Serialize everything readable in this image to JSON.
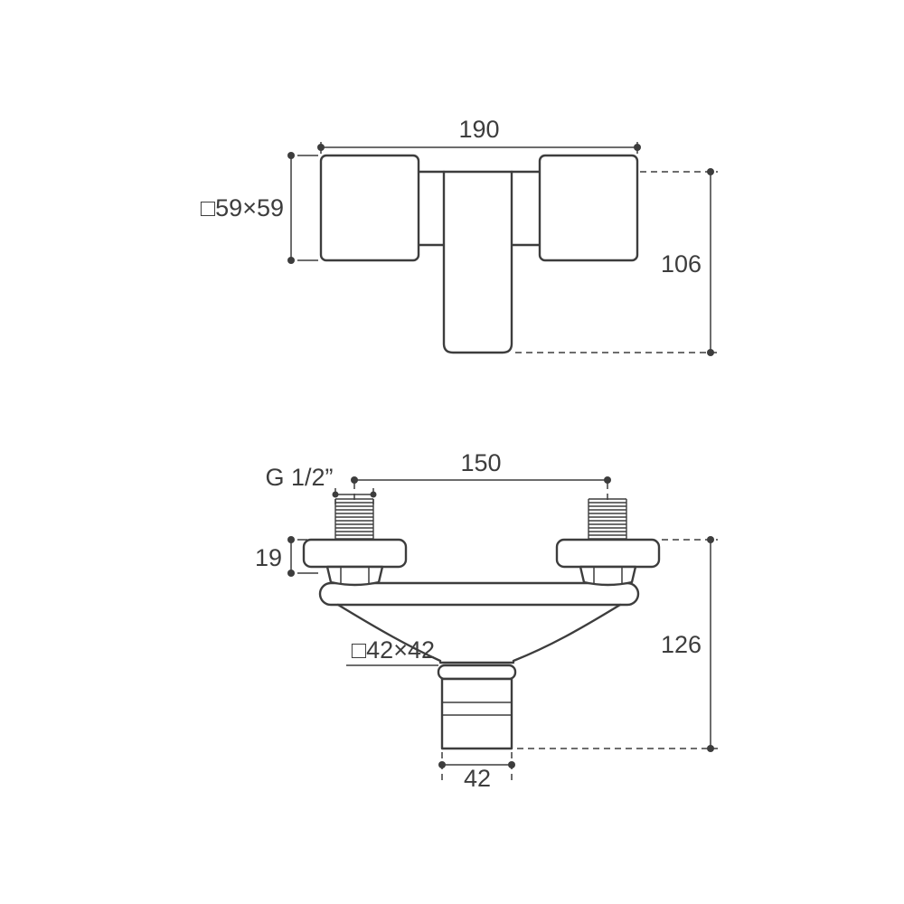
{
  "theme": {
    "line_color": "#3d3d3d",
    "background": "#ffffff"
  },
  "top_view": {
    "width": "190",
    "handle_section": "□59×59",
    "depth": "106"
  },
  "front_view": {
    "thread": "G 1/2”",
    "inlet_centres": "150",
    "flange_height": "19",
    "spout_section": "□42×42",
    "height": "126",
    "outlet_width": "42"
  }
}
